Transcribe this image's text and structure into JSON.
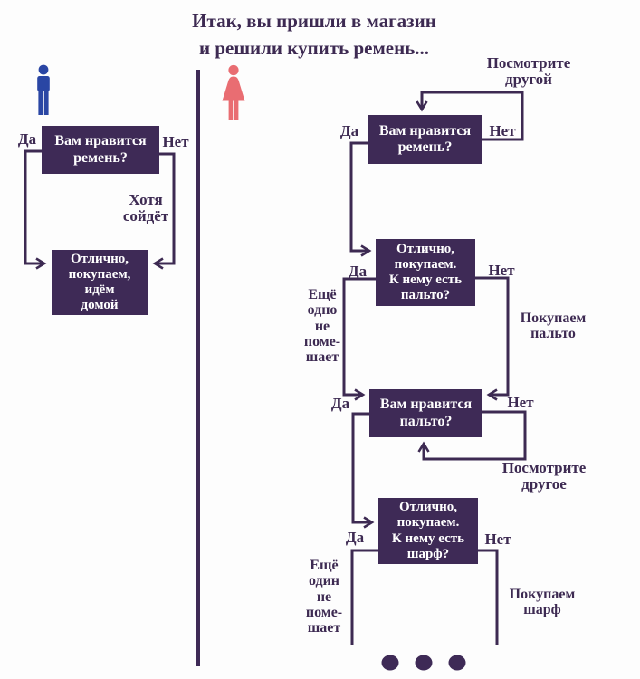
{
  "title": "Итак, вы пришли в магазин\nи решили купить ремень...",
  "labels": {
    "yes": "Да",
    "no": "Нет"
  },
  "left_chart": {
    "persona": "man",
    "q_belt": "Вам нравится\nремень?",
    "although_it_will_do": "Хотя\nсойдёт",
    "buy_go_home": "Отлично,\nпокупаем,\nидём\nдомой"
  },
  "right_chart": {
    "persona": "woman",
    "look_at_another_belt": "Посмотрите\nдругой",
    "q_belt": "Вам нравится\nремень?",
    "q_coat_to_match": "Отлично,\nпокупаем.\nК нему есть\nпальто?",
    "one_more_coat_wont_hurt": "Ещё\nодно\nне\nпоме-\nшает",
    "buy_coat": "Покупаем\nпальто",
    "q_coat_like": "Вам нравится\nпальто?",
    "look_at_another_coat": "Посмотрите\nдругое",
    "q_scarf_to_match": "Отлично,\nпокупаем.\nК нему есть\nшарф?",
    "one_more_scarf_wont_hurt": "Ещё\nодин\nне\nпоме-\nшает",
    "buy_scarf": "Покупаем\nшарф"
  },
  "colors": {
    "box_purple": "#3e2a56",
    "line_purple": "#3d2a52",
    "male_blue": "#2a46a4",
    "female_pink": "#e96d72",
    "background": "#fdfdfd"
  }
}
